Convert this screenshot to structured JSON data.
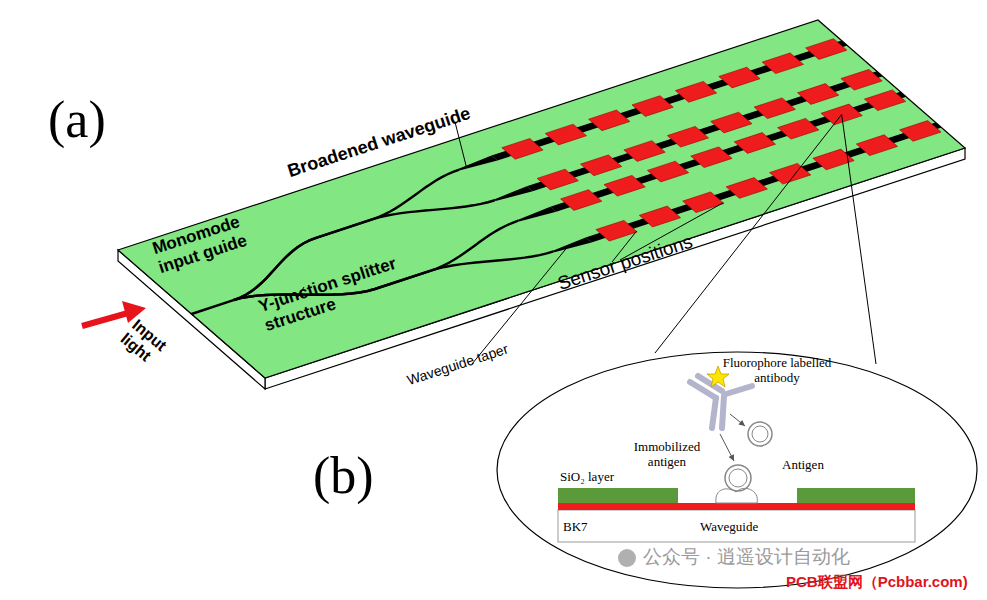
{
  "diagram": {
    "labels": [
      "(a)",
      "Broadened waveguide",
      "Monomode input guide",
      "Input light",
      "Y-junction splitter structure",
      "Waveguide taper",
      "Sensor positions",
      "(b)",
      "Fluorophore labelled antibody",
      "Immobilized antigen",
      "Antigen",
      "SiO₂ layer",
      "BK7",
      "Waveguide",
      "公众号 · 逍遥设计自动化",
      "PCB联盟网（Pcbbar.com)"
    ]
  }
}
